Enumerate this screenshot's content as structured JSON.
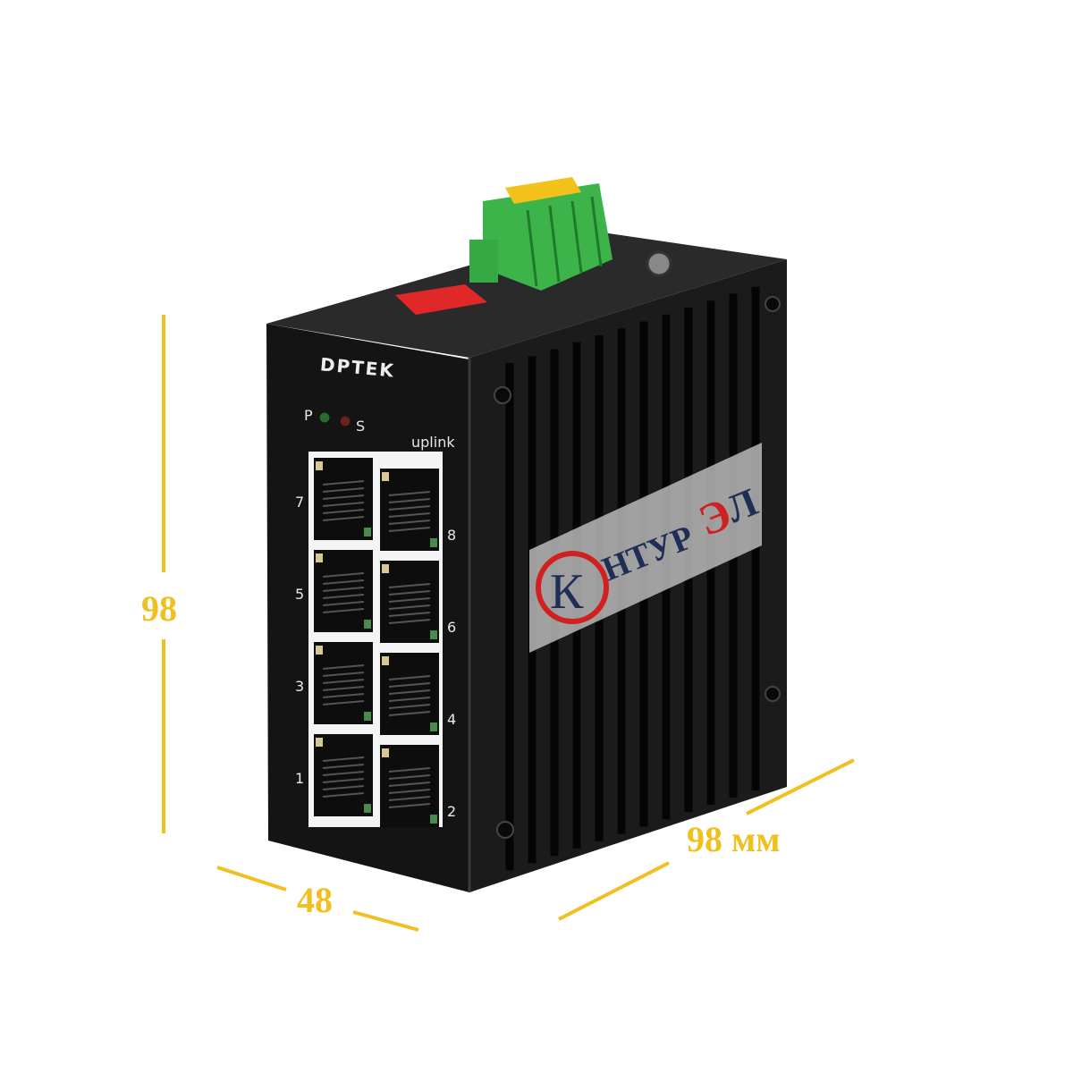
{
  "product": {
    "brand": "DPTEK",
    "led_labels": {
      "power": "P",
      "status": "S"
    },
    "uplink_label": "uplink",
    "port_numbers_left": [
      "7",
      "5",
      "3",
      "1"
    ],
    "port_numbers_right": [
      "8",
      "6",
      "4",
      "2"
    ]
  },
  "sticker_logo": {
    "letter_k": "К",
    "middle": "НТУР",
    "letter_e": "Э",
    "letter_l": "Л"
  },
  "dimensions": {
    "height": "98",
    "width": "48",
    "depth": "98 мм"
  },
  "colors": {
    "dimension": "#f0c020",
    "body": "#151515",
    "terminal": "#3cb44a",
    "dip_switch": "#e02828",
    "logo_red": "#d02020",
    "logo_blue": "#1e2e55"
  }
}
